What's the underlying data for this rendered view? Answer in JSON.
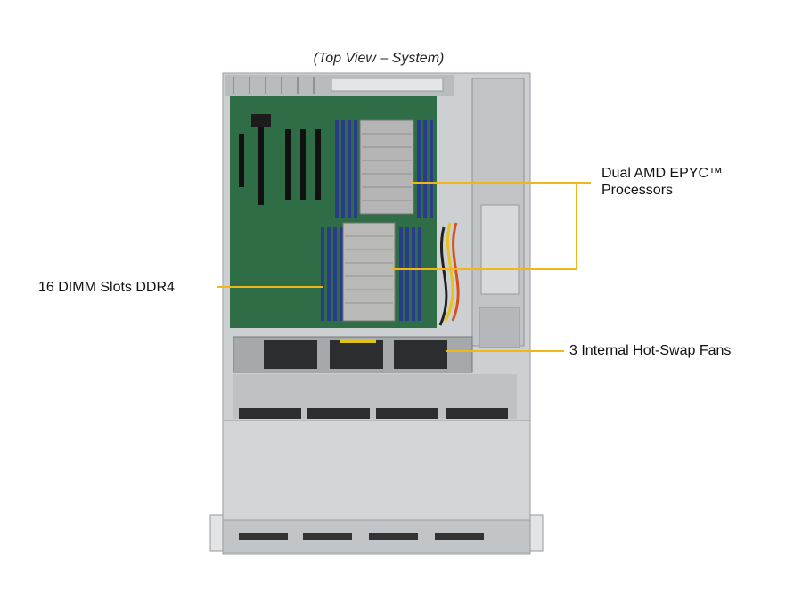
{
  "title": "(Top View – System)",
  "callouts": {
    "processors": {
      "line1": "Dual AMD EPYC™",
      "line2": "Processors"
    },
    "dimm": {
      "text": "16 DIMM  Slots DDR4"
    },
    "fans": {
      "text": "3 Internal  Hot-Swap Fans"
    }
  },
  "colors": {
    "callout_line": "#f2b51a",
    "pcb": "#2e6b45",
    "chassis": "#c9cccf",
    "dimm_slot": "#2a3a8c"
  }
}
